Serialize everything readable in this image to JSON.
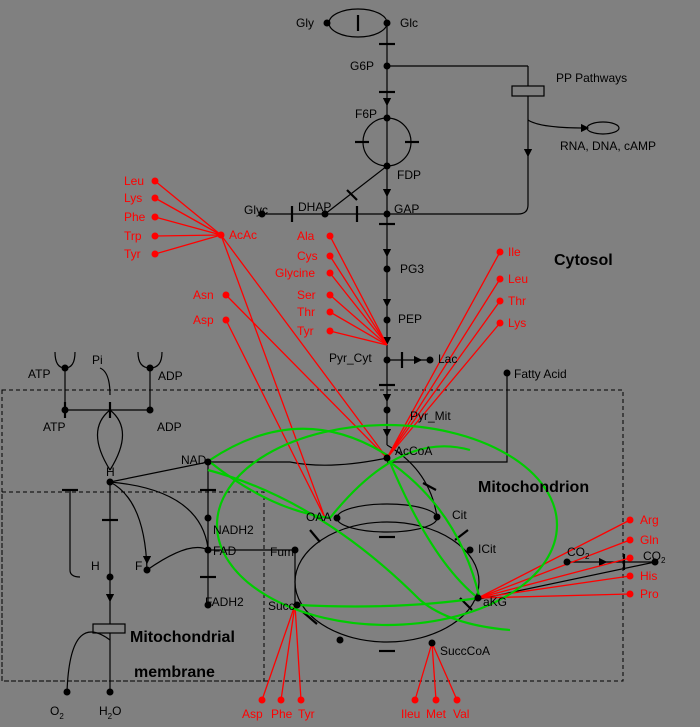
{
  "labels": {
    "gly": "Gly",
    "glc": "Glc",
    "g6p": "G6P",
    "pp": "PP Pathways",
    "f6p": "F6P",
    "rna": "RNA, DNA, cAMP",
    "fdp": "FDP",
    "glyc": "Glyc",
    "dhap": "DHAP",
    "gap": "GAP",
    "pg3": "PG3",
    "pep": "PEP",
    "pyr_cyt": "Pyr_Cyt",
    "lac": "Lac",
    "fatty": "Fatty Acid",
    "pyr_mit": "Pyr_Mit",
    "acoa": "AcCoA",
    "cit": "Cit",
    "icit": "ICit",
    "akg": "aKG",
    "succoa": "SuccCoA",
    "succ": "Succ",
    "fum": "Fum",
    "oaa": "OAA",
    "nad": "NAD",
    "nadh2": "NADH2",
    "fad": "FAD",
    "fadh2": "FADH2",
    "atp_top": "ATP",
    "pi": "Pi",
    "adp_top": "ADP",
    "atp_mid": "ATP",
    "adp_mid": "ADP",
    "h1": "H",
    "h2": "H",
    "f": "F",
    "o2": "O",
    "o2_sub": "2",
    "h2o_h": "H",
    "h2o_sub": "2",
    "h2o_o": "O",
    "co2a": "CO",
    "co2a_sub": "2",
    "co2b": "CO",
    "co2b_sub": "2"
  },
  "red_labels": {
    "leu1": "Leu",
    "lys1": "Lys",
    "phe1": "Phe",
    "trp": "Trp",
    "tyr1": "Tyr",
    "acac": "AcAc",
    "asn": "Asn",
    "asp1": "Asp",
    "ala": "Ala",
    "cys": "Cys",
    "glycine": "Glycine",
    "ser": "Ser",
    "thr1": "Thr",
    "tyr2": "Tyr",
    "ile": "Ile",
    "leu2": "Leu",
    "thr2": "Thr",
    "lys2": "Lys",
    "arg": "Arg",
    "gln": "Gln",
    "his": "His",
    "pro": "Pro",
    "asp2": "Asp",
    "phe2": "Phe",
    "tyr3": "Tyr",
    "ileu": "Ileu",
    "met": "Met",
    "val": "Val"
  },
  "compartments": {
    "cytosol": "Cytosol",
    "mitochondrion": "Mitochondrion",
    "membrane1": "Mitochondrial",
    "membrane2": "membrane"
  },
  "colors": {
    "background": "#808080",
    "pathway": "#000000",
    "amino_acid": "#ff0000",
    "cycle_overlay": "#00cc00"
  }
}
